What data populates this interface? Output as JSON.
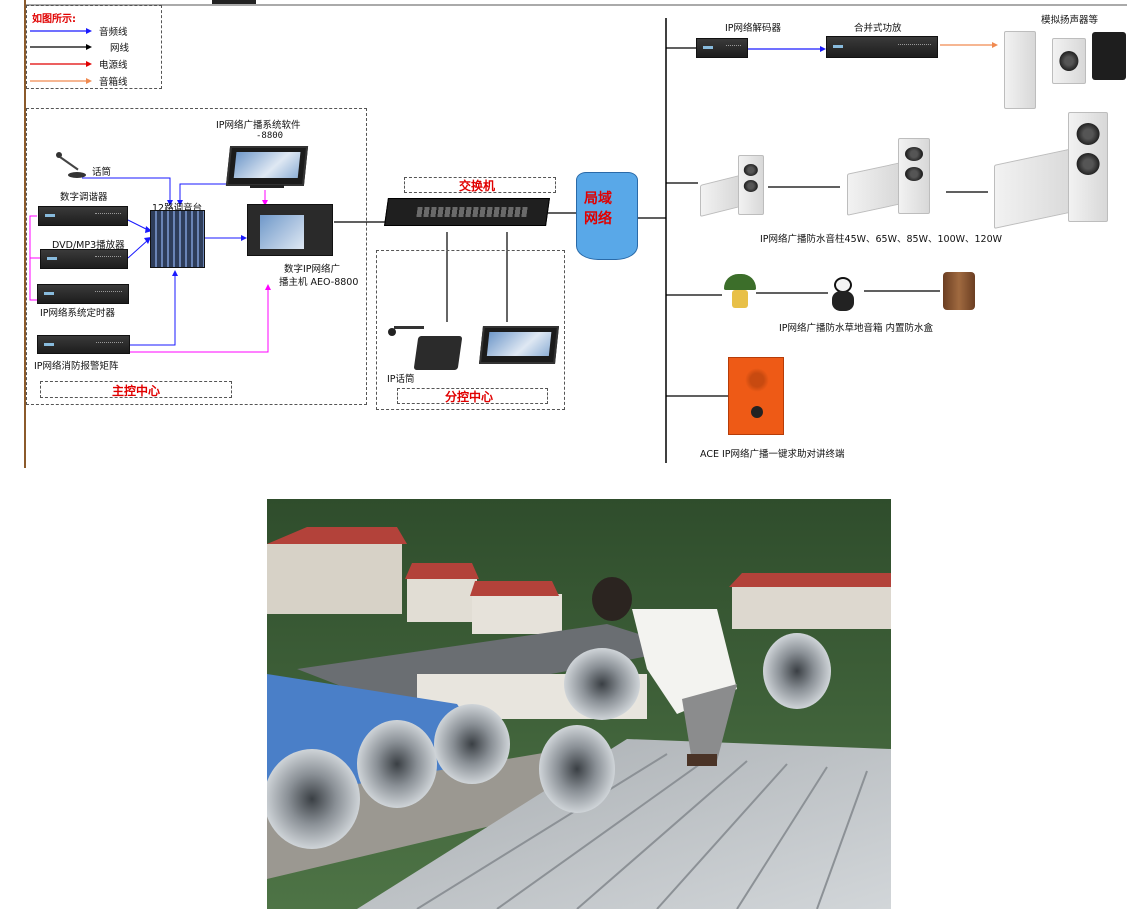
{
  "legend": {
    "title": "如图所示:",
    "items": [
      {
        "label": "音频线",
        "color": "#1a1aff"
      },
      {
        "label": "网线",
        "color": "#000000"
      },
      {
        "label": "电源线",
        "color": "#e00000"
      },
      {
        "label": "音箱线",
        "color": "#f08a50"
      }
    ]
  },
  "main_control": {
    "title": "主控中心",
    "software_label": "IP网络广播系统软件",
    "software_code": "-8800",
    "mic_label": "话筒",
    "tuner_label": "数字调谐器",
    "mixer_label": "12路调音台",
    "dvd_label": "DVD/MP3播放器",
    "timer_label": "IP网络系统定时器",
    "fire_label": "IP网络消防报警矩阵",
    "host_label_1": "数字IP网络广",
    "host_label_2": "播主机 AEO-8800"
  },
  "switch": {
    "label": "交换机"
  },
  "lan": {
    "label_1": "局域",
    "label_2": "网络"
  },
  "sub_control": {
    "title": "分控中心",
    "mic_label": "IP话筒"
  },
  "terminals": {
    "decoder_label": "IP网络解码器",
    "amp_label": "合并式功放",
    "analog_label": "模拟扬声器等",
    "column_label": "IP网络广播防水音柱45W、65W、85W、100W、120W",
    "lawn_label": "IP网络广播防水草地音箱 内置防水盒",
    "help_label": "ACE IP网络广播一键求助对讲终端"
  },
  "colors": {
    "audio": "#1a1aff",
    "network": "#000000",
    "power": "#e00000",
    "speaker": "#f08a50",
    "control": "#ff00ff",
    "lan_cloud": "#59a8e8"
  },
  "icons": [
    "microphone-icon",
    "monitor-icon",
    "rack-device-icon",
    "mixer-icon",
    "switch-icon",
    "cloud-icon",
    "column-speaker-icon",
    "horn-speaker-icon",
    "lawn-speaker-icon",
    "intercom-terminal-icon"
  ]
}
